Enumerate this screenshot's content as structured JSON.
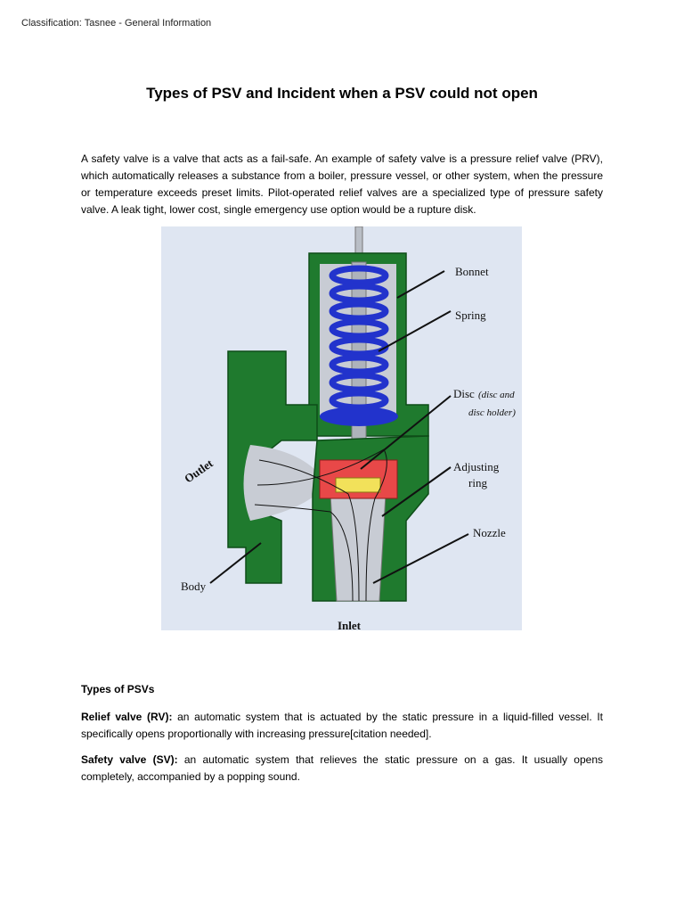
{
  "header": {
    "classification": "Classification: Tasnee - General Information"
  },
  "title": "Types of PSV and Incident when a PSV could not open",
  "intro": "A safety valve is a valve that acts as a fail-safe. An example of safety valve is a pressure relief valve (PRV), which automatically releases a substance from a boiler, pressure vessel, or other system, when the pressure or temperature exceeds preset limits. Pilot-operated relief valves are a specialized type of pressure safety valve. A leak tight, lower cost, single emergency use option would be a rupture disk.",
  "figure": {
    "labels": {
      "bonnet": "Bonnet",
      "spring": "Spring",
      "disc": "Disc",
      "disc_note_1": "(disc and",
      "disc_note_2": "disc holder)",
      "adjusting_1": "Adjusting",
      "adjusting_2": "ring",
      "nozzle": "Nozzle",
      "body": "Body",
      "outlet": "Outlet",
      "inlet": "Inlet"
    },
    "colors": {
      "body": "#1f7a2e",
      "spring": "#2233cc",
      "disc": "#e84848",
      "seat": "#f2e15a",
      "background": "#dfe6f2"
    }
  },
  "types": {
    "heading": "Types of PSVs",
    "relief": {
      "term": "Relief valve (RV):",
      "text": " an automatic system that is actuated by the static pressure in a liquid-filled vessel. It specifically opens proportionally with increasing pressure[citation needed]."
    },
    "safety": {
      "term": "Safety valve (SV):",
      "text": " an automatic system that relieves the static pressure on a gas. It usually opens completely, accompanied by a popping sound."
    }
  }
}
